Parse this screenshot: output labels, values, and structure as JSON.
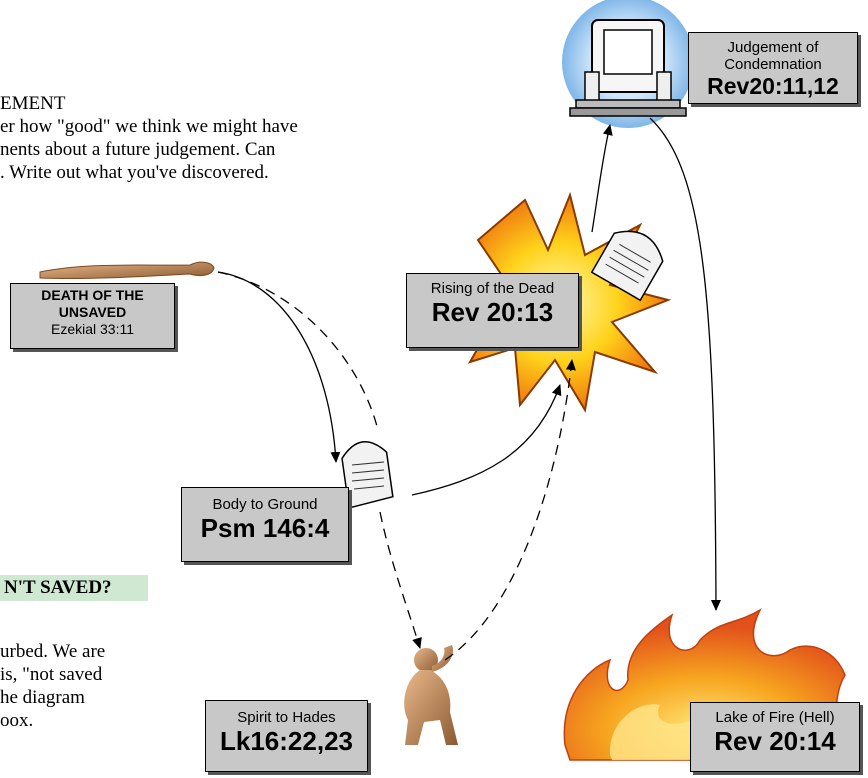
{
  "text_fragments": {
    "line1": "EMENT",
    "line2": "er how \"good\" we think we might have",
    "line3": "nents about a future judgement.  Can",
    "line4": ". Write out what you've discovered.",
    "question": "N'T SAVED?",
    "para2_line1": "urbed.  We are",
    "para2_line2": "is, \"not saved",
    "para2_line3": "he diagram",
    "para2_line4": "oox."
  },
  "boxes": {
    "judgement": {
      "caption": "Judgement of Condemnation",
      "reference": "Rev20:11,12"
    },
    "death": {
      "line1": "DEATH OF THE",
      "line2": "UNSAVED",
      "reference": "Ezekial 33:11"
    },
    "rising": {
      "caption": "Rising of the Dead",
      "reference": "Rev 20:13"
    },
    "body": {
      "caption": "Body to Ground",
      "reference": "Psm 146:4"
    },
    "spirit": {
      "caption": "Spirit to Hades",
      "reference": "Lk16:22,23"
    },
    "lake": {
      "caption": "Lake of Fire (Hell)",
      "reference": "Rev 20:14"
    }
  },
  "icons": [
    "throne-icon",
    "body-icon",
    "explosion-icon",
    "tombstone-icon",
    "crouching-figure-icon",
    "flames-icon"
  ],
  "colors": {
    "box_fill": "#c8c8c8",
    "highlight": "#cfe8d2",
    "throne_glow": "#8fc3ee",
    "flame_orange": "#f28c1a",
    "explosion_yellow": "#ffe23a"
  }
}
